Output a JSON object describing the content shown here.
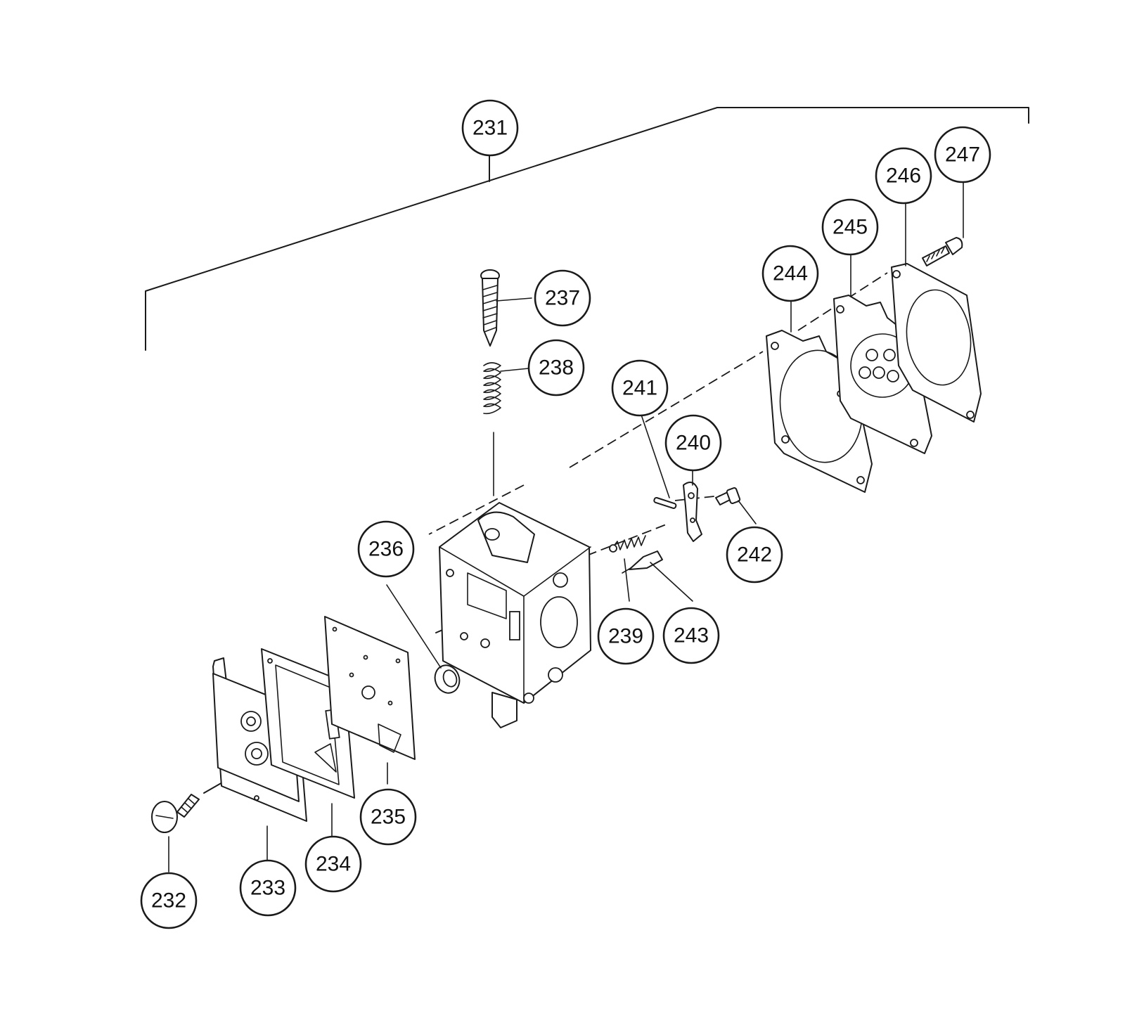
{
  "diagram": {
    "type": "exploded-parts-diagram",
    "callouts": [
      "231",
      "232",
      "233",
      "234",
      "235",
      "236",
      "237",
      "238",
      "239",
      "240",
      "241",
      "242",
      "243",
      "244",
      "245",
      "246",
      "247"
    ]
  }
}
